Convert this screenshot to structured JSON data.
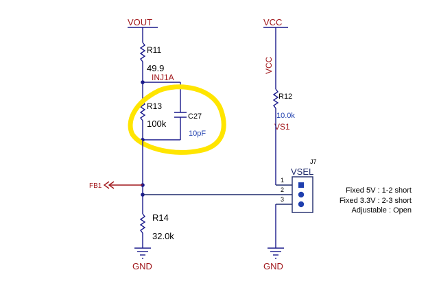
{
  "colors": {
    "wire": "#1a1a8c",
    "net_label": "#a0161a",
    "value_blue": "#1f3fae",
    "highlight": "#ffe500",
    "connector_pin": "#1f3fae"
  },
  "nets": {
    "vout": "VOUT",
    "vcc_top": "VCC",
    "vcc_vertical": "VCC",
    "gnd_left": "GND",
    "gnd_right": "GND",
    "fb1": "FB1",
    "inj1a": "INJ1A",
    "vs1": "VS1"
  },
  "components": {
    "r11": {
      "ref": "R11",
      "value": "49.9"
    },
    "r13": {
      "ref": "R13",
      "value": "100k"
    },
    "r14": {
      "ref": "R14",
      "value": "32.0k"
    },
    "r12": {
      "ref": "R12",
      "value": "10.0k"
    },
    "c27": {
      "ref": "C27",
      "value": "10pF"
    },
    "j7": {
      "ref": "J7",
      "name": "VSEL",
      "pins": [
        "1",
        "2",
        "3"
      ]
    }
  },
  "notes": [
    "Fixed 5V : 1-2 short",
    "Fixed 3.3V : 2-3 short",
    "Adjustable : Open"
  ]
}
